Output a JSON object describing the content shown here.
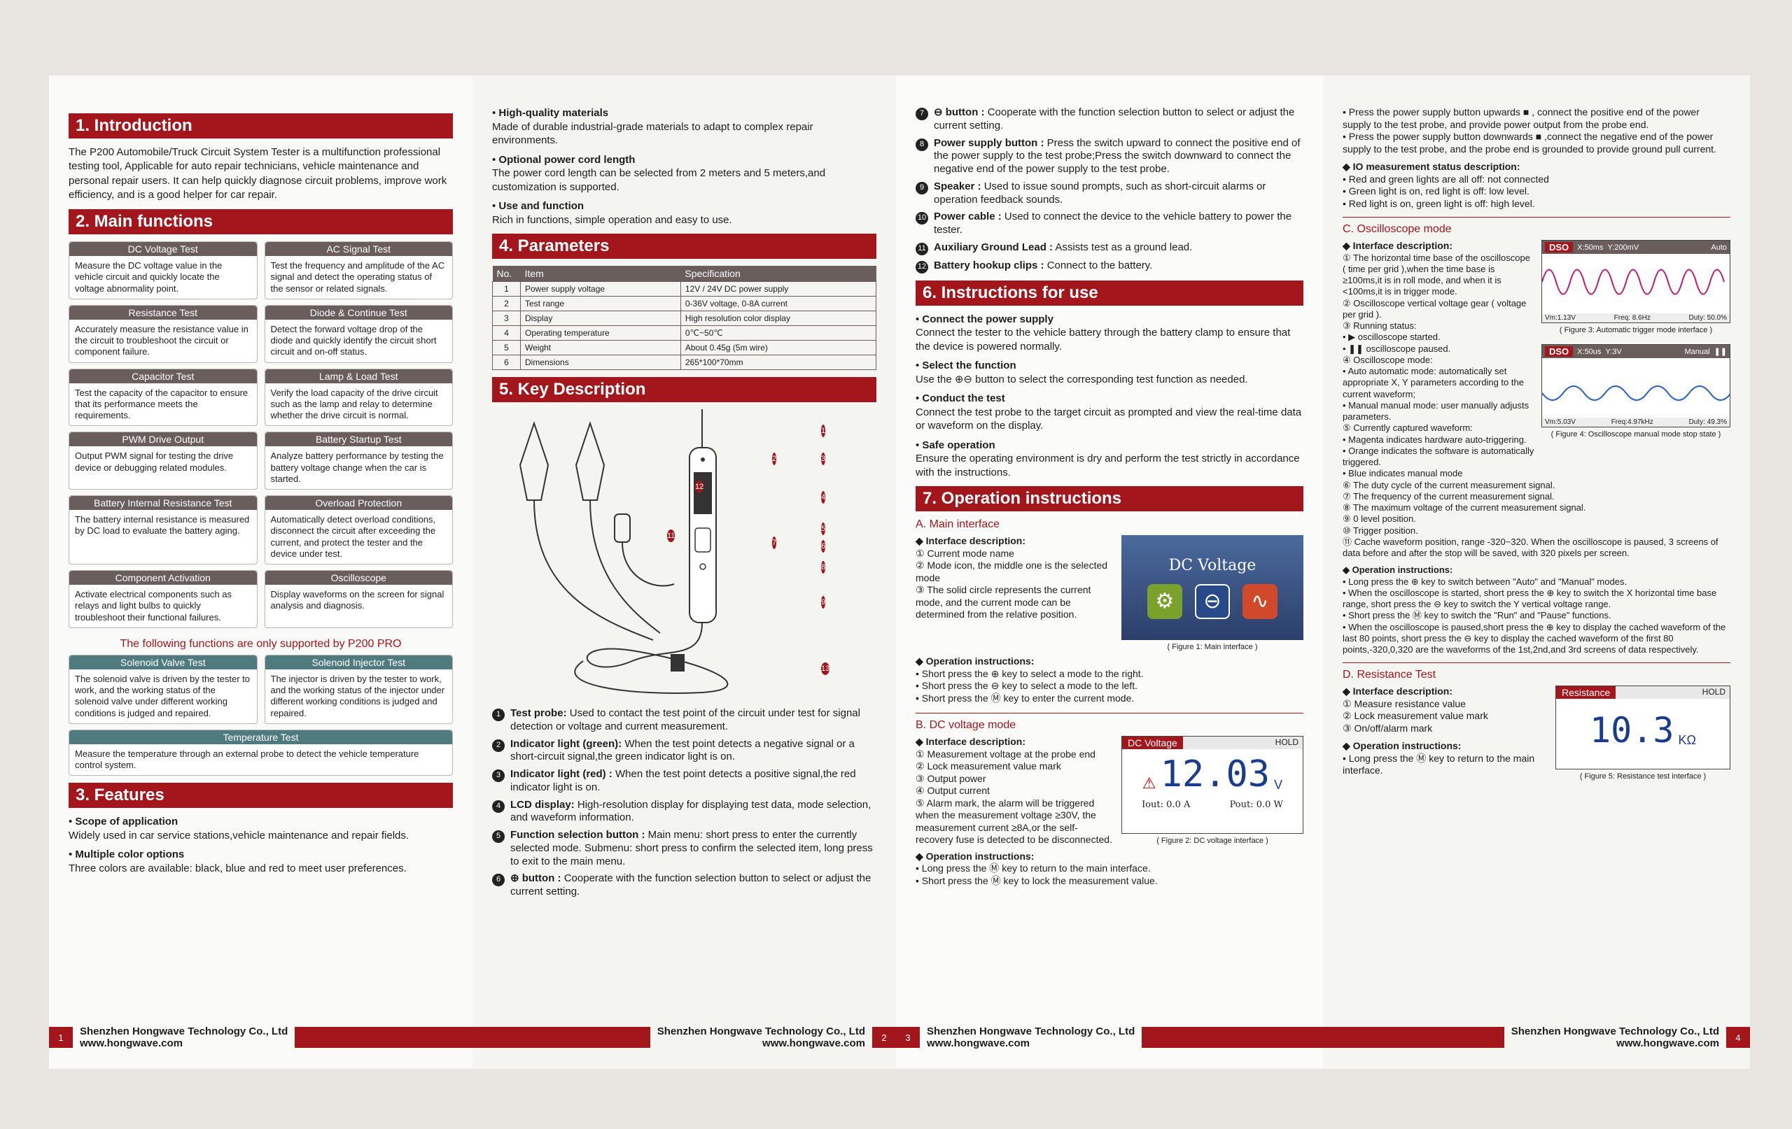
{
  "p1": {
    "intro_h": "1. Introduction",
    "intro": "The P200 Automobile/Truck Circuit System Tester is a multifunction professional testing tool,  Applicable for auto repair technicians, vehicle maintenance and personal repair users. It can help quickly diagnose circuit problems, improve work efficiency, and is a good helper for car repair.",
    "main_h": "2. Main functions",
    "cards": [
      {
        "t": "DC Voltage Test",
        "d": "Measure the DC voltage value in the vehicle circuit and quickly locate the voltage abnormality point."
      },
      {
        "t": "AC Signal Test",
        "d": "Test the frequency and amplitude of the AC signal and detect the operating status of the sensor or related signals."
      },
      {
        "t": "Resistance Test",
        "d": "Accurately measure the resistance value in the circuit to troubleshoot the circuit or component failure."
      },
      {
        "t": "Diode & Continue Test",
        "d": "Detect the forward voltage drop of the diode and quickly identify the circuit short circuit and on-off status."
      },
      {
        "t": "Capacitor Test",
        "d": "Test the capacity of the capacitor to ensure that its performance meets the requirements."
      },
      {
        "t": "Lamp & Load Test",
        "d": "Verify the load capacity of the drive circuit such as the lamp and relay to determine whether the drive circuit is normal."
      },
      {
        "t": "PWM Drive Output",
        "d": "Output PWM signal for testing the drive device or debugging related modules."
      },
      {
        "t": "Battery Startup Test",
        "d": "Analyze battery performance by testing the battery voltage change when the car is started."
      },
      {
        "t": "Battery Internal Resistance Test",
        "d": "The battery internal resistance is measured by DC load to evaluate the battery aging."
      },
      {
        "t": "Overload Protection",
        "d": "Automatically detect overload conditions, disconnect the circuit after exceeding the current, and protect the tester and the device under test."
      },
      {
        "t": "Component Activation",
        "d": "Activate electrical components such as relays and light bulbs to quickly troubleshoot their functional failures."
      },
      {
        "t": "Oscilloscope",
        "d": "Display waveforms on the screen for signal analysis and diagnosis."
      }
    ],
    "pro_hint": "The following functions are only supported by P200 PRO",
    "pro_cards": [
      {
        "t": "Solenoid Valve Test",
        "d": "The solenoid valve is driven by the tester to work, and the working status of the solenoid valve under different working conditions is judged and repaired."
      },
      {
        "t": "Solenoid Injector Test",
        "d": "The injector is driven by the tester to work, and the working status of the injector under different working conditions is judged and repaired."
      }
    ],
    "temp_card": {
      "t": "Temperature Test",
      "d": "Measure the temperature through an external probe to detect the vehicle temperature control system."
    },
    "features_h": "3. Features",
    "features": [
      {
        "b": "Scope of application",
        "d": "Widely used in car service stations,vehicle maintenance and repair fields."
      },
      {
        "b": "Multiple color options",
        "d": "Three colors are available: black, blue and red to meet user preferences."
      }
    ],
    "page": "1",
    "company": "Shenzhen Hongwave Technology Co., Ltd",
    "web": "www.hongwave.com"
  },
  "p2": {
    "bullets": [
      {
        "b": "High-quality materials",
        "d": "Made of durable industrial-grade materials to adapt to complex repair environments."
      },
      {
        "b": "Optional power cord length",
        "d": "The power cord length can be selected from 2 meters and 5 meters,and customization is supported."
      },
      {
        "b": "Use and function",
        "d": "Rich in functions, simple operation and easy to use."
      }
    ],
    "params_h": "4. Parameters",
    "params_cols": [
      "No.",
      "Item",
      "Specification"
    ],
    "params_rows": [
      [
        "1",
        "Power supply voltage",
        "12V / 24V DC power supply"
      ],
      [
        "2",
        "Test range",
        "0-36V voltage, 0-8A current"
      ],
      [
        "3",
        "Display",
        "High resolution color display"
      ],
      [
        "4",
        "Operating temperature",
        "0℃~50℃"
      ],
      [
        "5",
        "Weight",
        "About 0.45g (5m wire)"
      ],
      [
        "6",
        "Dimensions",
        "265*100*70mm"
      ]
    ],
    "key_h": "5. Key  Description",
    "keys": [
      {
        "n": "1",
        "b": "Test probe:",
        "d": " Used to contact the test point of the circuit under test for signal detection or voltage and current measurement."
      },
      {
        "n": "2",
        "b": "Indicator light (green):",
        "d": " When the test point detects a negative signal or a short-circuit signal,the green indicator light is on."
      },
      {
        "n": "3",
        "b": "Indicator light (red) :",
        "d": " When the test point detects a positive signal,the red indicator light is on."
      },
      {
        "n": "4",
        "b": "LCD display:",
        "d": " High-resolution display for displaying test data, mode selection, and waveform information."
      },
      {
        "n": "5",
        "b": "Function selection button :",
        "d": " Main menu: short press to enter the currently selected mode. Submenu: short press to confirm the selected item, long press to exit to the main menu."
      },
      {
        "n": "6",
        "b": "⊕ button :",
        "d": " Cooperate with the function selection button to select or adjust the current setting."
      }
    ],
    "diagram_labels": [
      "1",
      "2",
      "3",
      "4",
      "5",
      "6",
      "7",
      "8",
      "9",
      "11",
      "12",
      "13"
    ],
    "page": "2",
    "company": "Shenzhen Hongwave Technology Co., Ltd",
    "web": "www.hongwave.com"
  },
  "p3": {
    "keys": [
      {
        "n": "7",
        "b": "⊖ button :",
        "d": " Cooperate with the function selection button to select or adjust the current setting."
      },
      {
        "n": "8",
        "b": "Power supply button :",
        "d": " Press the switch upward to connect the positive end of the power supply to the test probe;Press the switch downward to connect the negative end of the power supply to the test probe."
      },
      {
        "n": "9",
        "b": "Speaker :",
        "d": " Used to issue sound prompts, such as short-circuit alarms or operation feedback sounds."
      },
      {
        "n": "10",
        "b": "Power cable :",
        "d": " Used to connect the device to the vehicle battery to power the tester."
      },
      {
        "n": "11",
        "b": "Auxiliary Ground Lead :",
        "d": " Assists test as a ground lead."
      },
      {
        "n": "12",
        "b": "Battery hookup clips :",
        "d": " Connect to the battery."
      }
    ],
    "inst_h": "6. Instructions for use",
    "inst": [
      {
        "b": "Connect the power supply",
        "d": "Connect the tester to the vehicle battery through the battery clamp to ensure that the device is powered normally."
      },
      {
        "b": "Select the function",
        "d": "Use the ⊕⊖ button to select the corresponding test function as needed."
      },
      {
        "b": "Conduct the test",
        "d": "Connect the test probe to the target circuit as prompted and view the real-time data or waveform on the display."
      },
      {
        "b": "Safe operation",
        "d": "Ensure the operating environment is dry and perform the test strictly in accordance with the instructions."
      }
    ],
    "op_h": "7. Operation instructions",
    "a_h": "A. Main interface",
    "a_iface_h": "◆ Interface description:",
    "a_iface": [
      "① Current mode name",
      "② Mode icon, the middle one is the selected mode",
      "③ The solid circle represents the current mode, and the current mode can be determined from the relative position."
    ],
    "a_screen_title": "DC Voltage",
    "a_cap": "( Figure 1: Main interface )",
    "a_ops_h": "◆ Operation instructions:",
    "a_ops": [
      "• Short press the ⊕ key to select a mode to the right.",
      "• Short press the ⊖ key to select a mode to the left.",
      "• Short press the Ⓜ key to enter the current mode."
    ],
    "b_h": "B. DC voltage mode",
    "b_iface_h": "◆ Interface description:",
    "b_iface": [
      "① Measurement voltage at the probe end",
      "② Lock measurement value mark",
      "③ Output power",
      "④ Output current",
      "⑤ Alarm mark, the alarm will be triggered when the measurement voltage ≥30V, the measurement current ≥8A,or the self-recovery fuse is detected to be disconnected."
    ],
    "b_screen": {
      "tag": "DC Voltage",
      "hold": "HOLD",
      "value": "12.03",
      "unit": "V",
      "iout": "Iout: 0.0 A",
      "pout": "Pout: 0.0 W"
    },
    "b_cap": "( Figure 2: DC voltage interface )",
    "b_ops_h": "◆ Operation instructions:",
    "b_ops": [
      "• Long press the Ⓜ key to return to the main interface.",
      "• Short press the Ⓜ key to lock the measurement value."
    ],
    "page": "3",
    "company": "Shenzhen Hongwave Technology Co., Ltd",
    "web": "www.hongwave.com"
  },
  "p4": {
    "top": [
      "• Press the power supply button upwards ■ , connect the positive end of the power supply to the test probe,  and provide power output from the probe end.",
      "• Press the power supply button downwards ■ ,connect the negative end of the power supply to the test probe, and the probe end is grounded to provide ground pull current."
    ],
    "io_h": "◆ IO measurement status description:",
    "io": [
      "• Red and green lights are all off: not connected",
      "• Green light is on, red light is off: low level.",
      "• Red light is on, green light is off: high level."
    ],
    "c_h": "C. Oscilloscope mode",
    "c_iface_h": "◆ Interface description:",
    "c_iface": [
      "① The horizontal time base of the oscilloscope ( time per grid ),when the time base is ≥100ms,it is in roll mode, and when it is <100ms,it is in trigger mode.",
      "② Oscilloscope vertical voltage gear ( voltage per grid ).",
      "③ Running status:",
      "  • ▶ oscilloscope started.",
      "  • ❚❚ oscilloscope paused.",
      "④ Oscilloscope mode:",
      "  • Auto automatic mode: automatically set appropriate X, Y parameters according to the current waveform;",
      "  • Manual manual mode: user manually adjusts parameters.",
      "⑤ Currently captured waveform:",
      "  • Magenta indicates hardware auto-triggering.",
      "  • Orange indicates the software is automatically triggered.",
      "  • Blue indicates manual mode"
    ],
    "c_iface2": [
      "⑥ The duty cycle of the current measurement signal.",
      "⑦ The frequency of the current measurement signal.",
      "⑧ The maximum voltage of the current measurement signal.",
      "⑨ 0 level position.",
      "⑩ Trigger position.",
      "⑪ Cache waveform position, range -320~320. When the oscilloscope is paused, 3 screens of data before and after the stop will be saved, with 320 pixels per screen."
    ],
    "dso1": {
      "tag": "DSO",
      "x": "X:50ms",
      "y": "Y:200mV",
      "mode": "Auto",
      "vm": "Vm:1.13V",
      "freq": "Freq: 8.6Hz",
      "duty": "Duty: 50.0%"
    },
    "dso1_cap": "( Figure 3: Automatic trigger mode interface )",
    "dso2": {
      "tag": "DSO",
      "x": "X:50us",
      "y": "Y:3V",
      "mode": "Manual",
      "vm": "Vm:5.03V",
      "freq": "Freq:4.97kHz",
      "duty": "Duty: 49.3%"
    },
    "dso2_cap": "( Figure 4: Oscilloscope manual mode stop state )",
    "c_ops_h": "◆ Operation instructions:",
    "c_ops": [
      "• Long press the ⊕ key to switch between \"Auto\" and \"Manual\" modes.",
      "• When the oscilloscope is started, short press the ⊕ key to switch the X horizontal time base range, short press the ⊖ key to switch the Y vertical voltage range.",
      "• Short press the Ⓜ key to switch the \"Run\" and \"Pause\" functions.",
      "• When the oscilloscope is paused,short press the ⊕ key to display the cached waveform of the last 80 points, short press the ⊖ key to display the cached waveform of the first 80 points,-320,0,320 are the waveforms of the 1st,2nd,and 3rd screens of data respectively."
    ],
    "d_h": "D. Resistance Test",
    "d_iface_h": "◆ Interface description:",
    "d_iface": [
      "① Measure resistance value",
      "② Lock measurement value mark",
      "③ On/off/alarm mark"
    ],
    "d_ops_h": "◆ Operation instructions:",
    "d_ops": [
      "• Long press the Ⓜ key to return to the main interface."
    ],
    "d_screen": {
      "tag": "Resistance",
      "hold": "HOLD",
      "value": "10.3",
      "unit": "KΩ"
    },
    "d_cap": "( Figure 5: Resistance test interface )",
    "page": "4",
    "company": "Shenzhen Hongwave Technology Co., Ltd",
    "web": "www.hongwave.com"
  },
  "colors": {
    "brand_red": "#a3161c",
    "card_grey": "#6a5e5c",
    "card_teal": "#4f7b7f"
  }
}
